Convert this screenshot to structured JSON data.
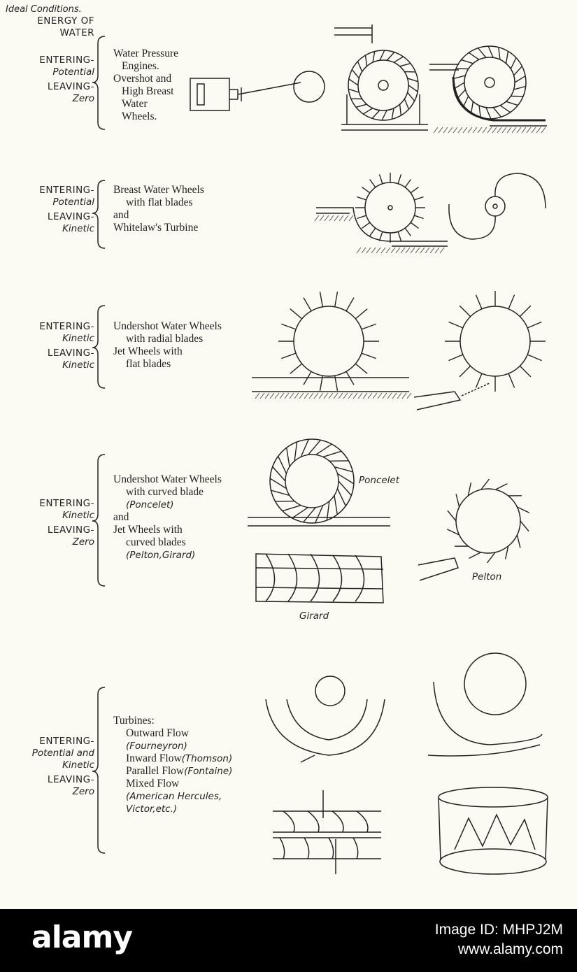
{
  "header": {
    "caption": "Ideal Conditions.",
    "energy_line1": "ENERGY OF",
    "energy_line2": "WATER"
  },
  "rows": [
    {
      "entering": "ENTERING-",
      "entering_kind": "Potential",
      "leaving": "LEAVING-",
      "leaving_kind": "Zero",
      "lines": [
        "Water Pressure",
        "Engines.",
        "Overshot and",
        "High Breast",
        "Water",
        "Wheels."
      ]
    },
    {
      "entering": "ENTERING-",
      "entering_kind": "Potential",
      "leaving": "LEAVING-",
      "leaving_kind": "Kinetic",
      "lines": [
        "Breast Water Wheels",
        "with flat blades",
        "and",
        "Whitelaw's Turbine"
      ]
    },
    {
      "entering": "ENTERING-",
      "entering_kind": "Kinetic",
      "leaving": "LEAVING-",
      "leaving_kind": "Kinetic",
      "lines": [
        "Undershot Water Wheels",
        "with radial blades",
        "Jet Wheels with",
        "flat blades"
      ]
    },
    {
      "entering": "ENTERING-",
      "entering_kind": "Kinetic",
      "leaving": "LEAVING-",
      "leaving_kind": "Zero",
      "lines": [
        "Undershot Water Wheels",
        "with curved blade",
        "(Poncelet)",
        "and",
        "Jet Wheels with",
        "curved blades",
        "(Pelton,Girard)"
      ]
    },
    {
      "entering": "ENTERING-",
      "entering_kind": "Potential and",
      "entering_kind2": "Kinetic",
      "leaving": "LEAVING-",
      "leaving_kind": "Zero",
      "lines": [
        "Turbines:",
        "Outward Flow",
        "(Fourneyron)",
        "Inward Flow",
        "(Thomson)",
        "Parallel Flow",
        "(Fontaine)",
        "Mixed Flow",
        "(American Hercules,",
        "Victor,etc.)"
      ]
    }
  ],
  "figure_labels": {
    "poncelet": "Poncelet",
    "pelton": "Pelton",
    "girard": "Girard"
  },
  "footer": {
    "brand": "alamy",
    "image_id": "Image ID: MHPJ2M",
    "url": "www.alamy.com"
  },
  "colors": {
    "paper": "#fbfbf3",
    "ink": "#222222",
    "footer": "#000000"
  }
}
